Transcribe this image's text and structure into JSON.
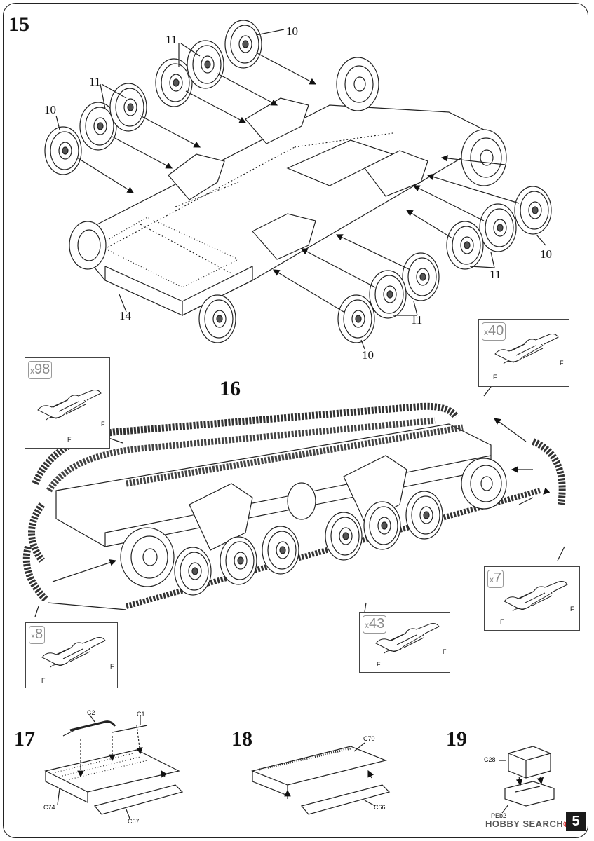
{
  "page_number": "5",
  "watermark": {
    "brand": "HOBBY SEARCH",
    "mark": "®"
  },
  "steps": {
    "s15": {
      "number": "15",
      "callouts": {
        "a": "11",
        "b": "10",
        "c": "11",
        "d": "10",
        "e": "14",
        "f": "10",
        "g": "11",
        "h": "11",
        "i": "10"
      }
    },
    "s16": {
      "number": "16",
      "insets": [
        {
          "qty": "98",
          "part_a": "F",
          "part_b": "F"
        },
        {
          "qty": "40",
          "part_a": "F",
          "part_b": "F"
        },
        {
          "qty": "8",
          "part_a": "F",
          "part_b": "F"
        },
        {
          "qty": "43",
          "part_a": "F",
          "part_b": "F"
        },
        {
          "qty": "7",
          "part_a": "F",
          "part_b": "F"
        }
      ]
    },
    "s17": {
      "number": "17",
      "parts": {
        "c2": "C2",
        "c1": "C1",
        "c74": "C74",
        "c67": "C67"
      }
    },
    "s18": {
      "number": "18",
      "parts": {
        "c70": "C70",
        "c66": "C66"
      }
    },
    "s19": {
      "number": "19",
      "parts": {
        "c28": "C28",
        "peb2": "PEb2"
      }
    }
  }
}
